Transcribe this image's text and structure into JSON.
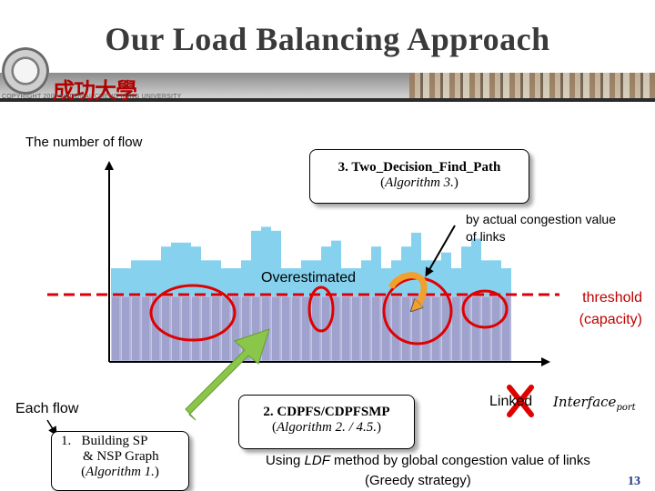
{
  "slide": {
    "title": "Our Load Balancing Approach",
    "page_number": "13"
  },
  "header": {
    "university_name": "成功大學",
    "copyright": "COPYRIGHT 2007 NATIONAL CHENG KUNG UNIVERSITY"
  },
  "diagram": {
    "y_axis_label": "The number of flow",
    "x_axis_label": "Each flow",
    "overestimated_label": "Overestimated",
    "threshold_label_line1": "threshold",
    "threshold_label_line2": "(capacity)",
    "link_label": "Linked",
    "interface_label": "Interface",
    "interface_subscript": "port",
    "congestion_note_line1": "by actual congestion value",
    "congestion_note_line2": "of links",
    "ldf_note_prefix": "Using ",
    "ldf_note_method": "LDF",
    "ldf_note_suffix": " method by global congestion value of links",
    "greedy_note": "(Greedy strategy)",
    "bar_levels": [
      0.47,
      0.47,
      0.51,
      0.51,
      0.51,
      0.58,
      0.6,
      0.6,
      0.58,
      0.51,
      0.51,
      0.47,
      0.47,
      0.51,
      0.66,
      0.68,
      0.66,
      0.47,
      0.47,
      0.51,
      0.51,
      0.58,
      0.61,
      0.47,
      0.47,
      0.51,
      0.58,
      0.47,
      0.51,
      0.58,
      0.65,
      0.51,
      0.51,
      0.55,
      0.47,
      0.58,
      0.62,
      0.51,
      0.51,
      0.47
    ],
    "colors": {
      "bar": "#9ea2cc",
      "bar_gap": "#d0d3e8",
      "excess": "#86d2ee",
      "overestimated_band": "#fde49d",
      "threshold_line": "#d8000f",
      "ellipse": "#e00000",
      "arrow_green": "#8ac64a"
    }
  },
  "algorithms": [
    {
      "title": "3. Two_Decision_Find_Path",
      "ref_prefix": "(",
      "ref_italic": "Algorithm 3.",
      "ref_suffix": ")"
    },
    {
      "title": "2. CDPFS/CDPFSMP",
      "ref_prefix": "(",
      "ref_italic": "Algorithm 2. / 4.5.",
      "ref_suffix": ")"
    },
    {
      "number": "1.",
      "title_line1": "Building SP",
      "title_line2": "& NSP Graph",
      "ref_prefix": "(",
      "ref_italic": "Algorithm 1.",
      "ref_suffix": ")"
    }
  ]
}
